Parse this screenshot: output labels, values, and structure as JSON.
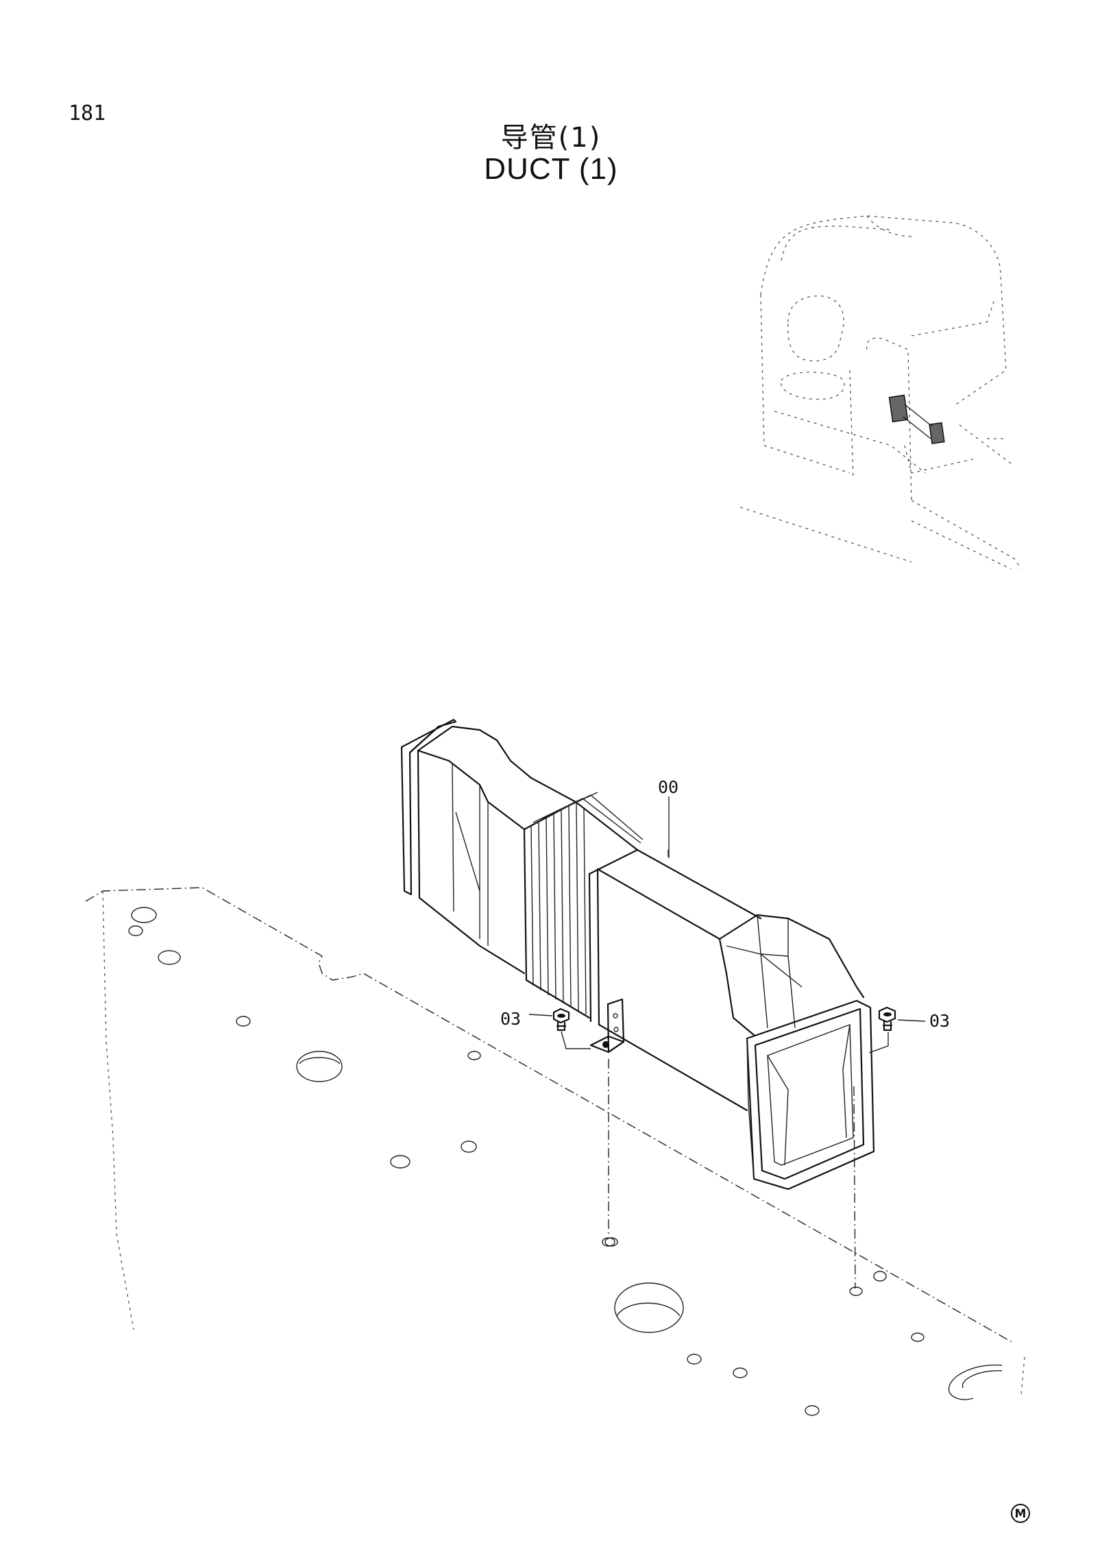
{
  "page_number": "181",
  "title": {
    "chinese": "导管(1)",
    "english": "DUCT  (1)"
  },
  "callouts": {
    "duct": "00",
    "bolt_left": "03",
    "bolt_right": "03"
  },
  "stamp": "M"
}
